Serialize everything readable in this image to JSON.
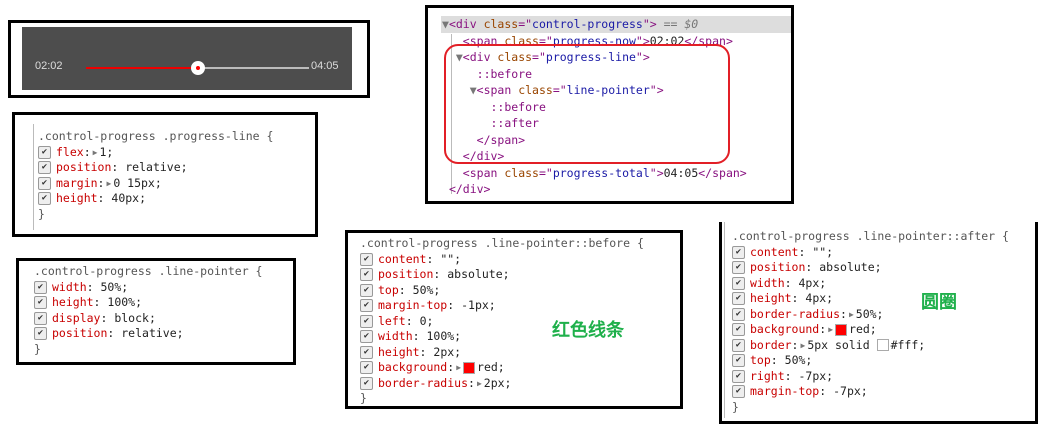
{
  "player": {
    "now": "02:02",
    "total": "04:05",
    "progress_percent": 50,
    "accent": "#ff0000"
  },
  "dom_tree": {
    "lines": [
      {
        "indent": 0,
        "arrow": "▼",
        "parts": [
          [
            "tag",
            "<div "
          ],
          [
            "an",
            "class"
          ],
          [
            "tag",
            "=\""
          ],
          [
            "av",
            "control-progress"
          ],
          [
            "tag",
            "\">"
          ],
          [
            "dim",
            " == $0"
          ]
        ]
      },
      {
        "indent": 1,
        "arrow": "",
        "parts": [
          [
            "tag",
            "<span "
          ],
          [
            "an",
            "class"
          ],
          [
            "tag",
            "=\""
          ],
          [
            "av",
            "progress-now"
          ],
          [
            "tag",
            "\">"
          ],
          [
            "tx",
            "02:02"
          ],
          [
            "tag",
            "</span>"
          ]
        ]
      },
      {
        "indent": 1,
        "arrow": "▼",
        "parts": [
          [
            "tag",
            "<div "
          ],
          [
            "an",
            "class"
          ],
          [
            "tag",
            "=\""
          ],
          [
            "av",
            "progress-line"
          ],
          [
            "tag",
            "\">"
          ]
        ]
      },
      {
        "indent": 2,
        "arrow": "",
        "parts": [
          [
            "tag",
            "::before"
          ]
        ]
      },
      {
        "indent": 2,
        "arrow": "▼",
        "parts": [
          [
            "tag",
            "<span "
          ],
          [
            "an",
            "class"
          ],
          [
            "tag",
            "=\""
          ],
          [
            "av",
            "line-pointer"
          ],
          [
            "tag",
            "\">"
          ]
        ]
      },
      {
        "indent": 3,
        "arrow": "",
        "parts": [
          [
            "tag",
            "::before"
          ]
        ]
      },
      {
        "indent": 3,
        "arrow": "",
        "parts": [
          [
            "tag",
            "::after"
          ]
        ]
      },
      {
        "indent": 2,
        "arrow": "",
        "parts": [
          [
            "tag",
            "</span>"
          ]
        ]
      },
      {
        "indent": 1,
        "arrow": "",
        "parts": [
          [
            "tag",
            "</div>"
          ]
        ]
      },
      {
        "indent": 1,
        "arrow": "",
        "parts": [
          [
            "tag",
            "<span "
          ],
          [
            "an",
            "class"
          ],
          [
            "tag",
            "=\""
          ],
          [
            "av",
            "progress-total"
          ],
          [
            "tag",
            "\">"
          ],
          [
            "tx",
            "04:05"
          ],
          [
            "tag",
            "</span>"
          ]
        ]
      },
      {
        "indent": 0,
        "arrow": "",
        "parts": [
          [
            "tag",
            "</div>"
          ]
        ]
      }
    ]
  },
  "rules": {
    "progress_line": {
      "selector": ".control-progress .progress-line {",
      "props": [
        {
          "name": "flex",
          "tri": true,
          "value": "1;"
        },
        {
          "name": "position",
          "value": "relative;"
        },
        {
          "name": "margin",
          "tri": true,
          "value": "0 15px;"
        },
        {
          "name": "height",
          "value": "40px;"
        }
      ]
    },
    "line_pointer": {
      "selector": ".control-progress .line-pointer {",
      "props": [
        {
          "name": "width",
          "value": "50%;"
        },
        {
          "name": "height",
          "value": "100%;"
        },
        {
          "name": "display",
          "value": "block;"
        },
        {
          "name": "position",
          "value": "relative;"
        }
      ]
    },
    "pointer_before": {
      "selector": ".control-progress .line-pointer::before {",
      "props": [
        {
          "name": "content",
          "value": "\"\";"
        },
        {
          "name": "position",
          "value": "absolute;"
        },
        {
          "name": "top",
          "value": "50%;"
        },
        {
          "name": "margin-top",
          "value": "-1px;"
        },
        {
          "name": "left",
          "value": "0;"
        },
        {
          "name": "width",
          "value": "100%;"
        },
        {
          "name": "height",
          "value": "2px;"
        },
        {
          "name": "background",
          "tri": true,
          "swatch": "#ff0000",
          "value": "red;"
        },
        {
          "name": "border-radius",
          "tri": true,
          "value": "2px;"
        }
      ]
    },
    "pointer_after": {
      "selector": ".control-progress .line-pointer::after {",
      "props": [
        {
          "name": "content",
          "value": "\"\";"
        },
        {
          "name": "position",
          "value": "absolute;"
        },
        {
          "name": "width",
          "value": "4px;"
        },
        {
          "name": "height",
          "value": "4px;"
        },
        {
          "name": "border-radius",
          "tri": true,
          "value": "50%;"
        },
        {
          "name": "background",
          "tri": true,
          "swatch": "#ff0000",
          "value": "red;"
        },
        {
          "name": "border",
          "tri": true,
          "value": "5px solid ",
          "swatch2": "#ffffff",
          "value2": "#fff;"
        },
        {
          "name": "top",
          "value": "50%;"
        },
        {
          "name": "right",
          "value": "-7px;"
        },
        {
          "name": "margin-top",
          "value": "-7px;"
        }
      ]
    }
  },
  "closing_brace": "}",
  "annotations": {
    "red_line": "红色线条",
    "circle": "圆圈"
  }
}
